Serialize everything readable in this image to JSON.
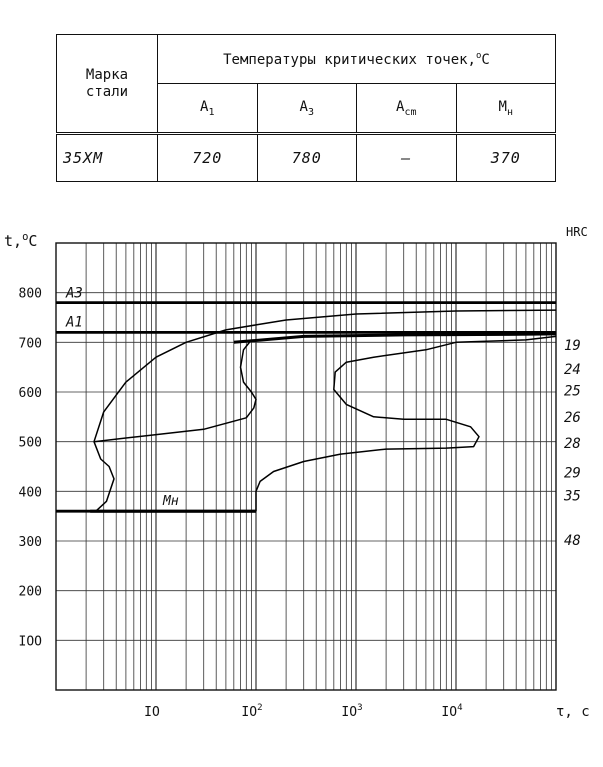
{
  "table": {
    "grade_header": [
      "Марка",
      "стали"
    ],
    "group_header": "Температуры критических точек,",
    "group_unit_sup": "o",
    "group_unit": "C",
    "points": [
      {
        "base": "A",
        "sub": "1"
      },
      {
        "base": "A",
        "sub": "3"
      },
      {
        "base": "A",
        "sub": "cm"
      },
      {
        "base": "M",
        "sub": "н"
      }
    ],
    "row": {
      "grade": "35ХМ",
      "values": [
        "720",
        "780",
        "–",
        "370"
      ]
    }
  },
  "chart_data": {
    "type": "line",
    "title": "",
    "ylabel": {
      "base": "t,",
      "sup": "o",
      "unit": "C"
    },
    "xlabel": "τ, c",
    "right_axis_label": "HRC",
    "x_scale": "log",
    "xlim": [
      1,
      100000
    ],
    "ylim": [
      0,
      900
    ],
    "y_ticks": [
      100,
      200,
      300,
      400,
      500,
      600,
      700,
      800
    ],
    "y_tick_labels": [
      "IOO",
      "200",
      "300",
      "400",
      "500",
      "600",
      "700",
      "800"
    ],
    "x_ticks": [
      {
        "x": 10,
        "base": "IO",
        "sup": ""
      },
      {
        "x": 100,
        "base": "IO",
        "sup": "2"
      },
      {
        "x": 1000,
        "base": "IO",
        "sup": "3"
      },
      {
        "x": 10000,
        "base": "IO",
        "sup": "4"
      }
    ],
    "grid": true,
    "reference_lines": [
      {
        "label": "A3",
        "y": 780
      },
      {
        "label": "A1",
        "y": 720
      },
      {
        "label": "Mн",
        "y": 360
      }
    ],
    "series": [
      {
        "id": "start-pearlite",
        "points": [
          [
            2.4,
            500
          ],
          [
            3,
            560
          ],
          [
            5,
            620
          ],
          [
            10,
            670
          ],
          [
            20,
            700
          ],
          [
            50,
            725
          ],
          [
            100,
            735
          ],
          [
            200,
            745
          ],
          [
            1000,
            757
          ],
          [
            10000,
            763
          ],
          [
            100000,
            765
          ]
        ]
      },
      {
        "id": "end-pearlite",
        "points": [
          [
            60,
            700
          ],
          [
            300,
            712
          ],
          [
            3000,
            715
          ],
          [
            30000,
            716
          ],
          [
            100000,
            717
          ]
        ]
      },
      {
        "id": "start-bainite",
        "points": [
          [
            2.4,
            500
          ],
          [
            8,
            512
          ],
          [
            30,
            525
          ],
          [
            80,
            548
          ],
          [
            95,
            568
          ],
          [
            100,
            585
          ],
          [
            90,
            600
          ],
          [
            75,
            620
          ],
          [
            70,
            650
          ],
          [
            75,
            685
          ],
          [
            90,
            705
          ]
        ]
      },
      {
        "id": "left-nose",
        "points": [
          [
            2.4,
            500
          ],
          [
            2.8,
            465
          ],
          [
            3.4,
            450
          ],
          [
            3.8,
            425
          ],
          [
            3.2,
            380
          ],
          [
            2.5,
            360
          ]
        ]
      },
      {
        "id": "end-bainite",
        "points": [
          [
            100,
            360
          ],
          [
            100,
            400
          ],
          [
            110,
            420
          ],
          [
            150,
            440
          ],
          [
            300,
            460
          ],
          [
            700,
            475
          ],
          [
            2000,
            485
          ],
          [
            8000,
            487
          ],
          [
            15000,
            490
          ],
          [
            17000,
            510
          ],
          [
            14000,
            530
          ],
          [
            8000,
            545
          ],
          [
            3000,
            545
          ],
          [
            1500,
            550
          ],
          [
            800,
            575
          ],
          [
            600,
            605
          ],
          [
            620,
            640
          ],
          [
            800,
            660
          ],
          [
            1500,
            670
          ],
          [
            5000,
            685
          ],
          [
            10000,
            700
          ],
          [
            50000,
            705
          ],
          [
            100000,
            712
          ]
        ]
      },
      {
        "id": "martensite",
        "points": [
          [
            2.2,
            360
          ],
          [
            100,
            360
          ]
        ]
      }
    ],
    "hrc_labels": [
      {
        "text": "19",
        "y": 695
      },
      {
        "text": "24",
        "y": 646
      },
      {
        "text": "25",
        "y": 603
      },
      {
        "text": "26",
        "y": 550
      },
      {
        "text": "28",
        "y": 497
      },
      {
        "text": "29",
        "y": 438
      },
      {
        "text": "35",
        "y": 392
      },
      {
        "text": "48",
        "y": 302
      }
    ]
  }
}
